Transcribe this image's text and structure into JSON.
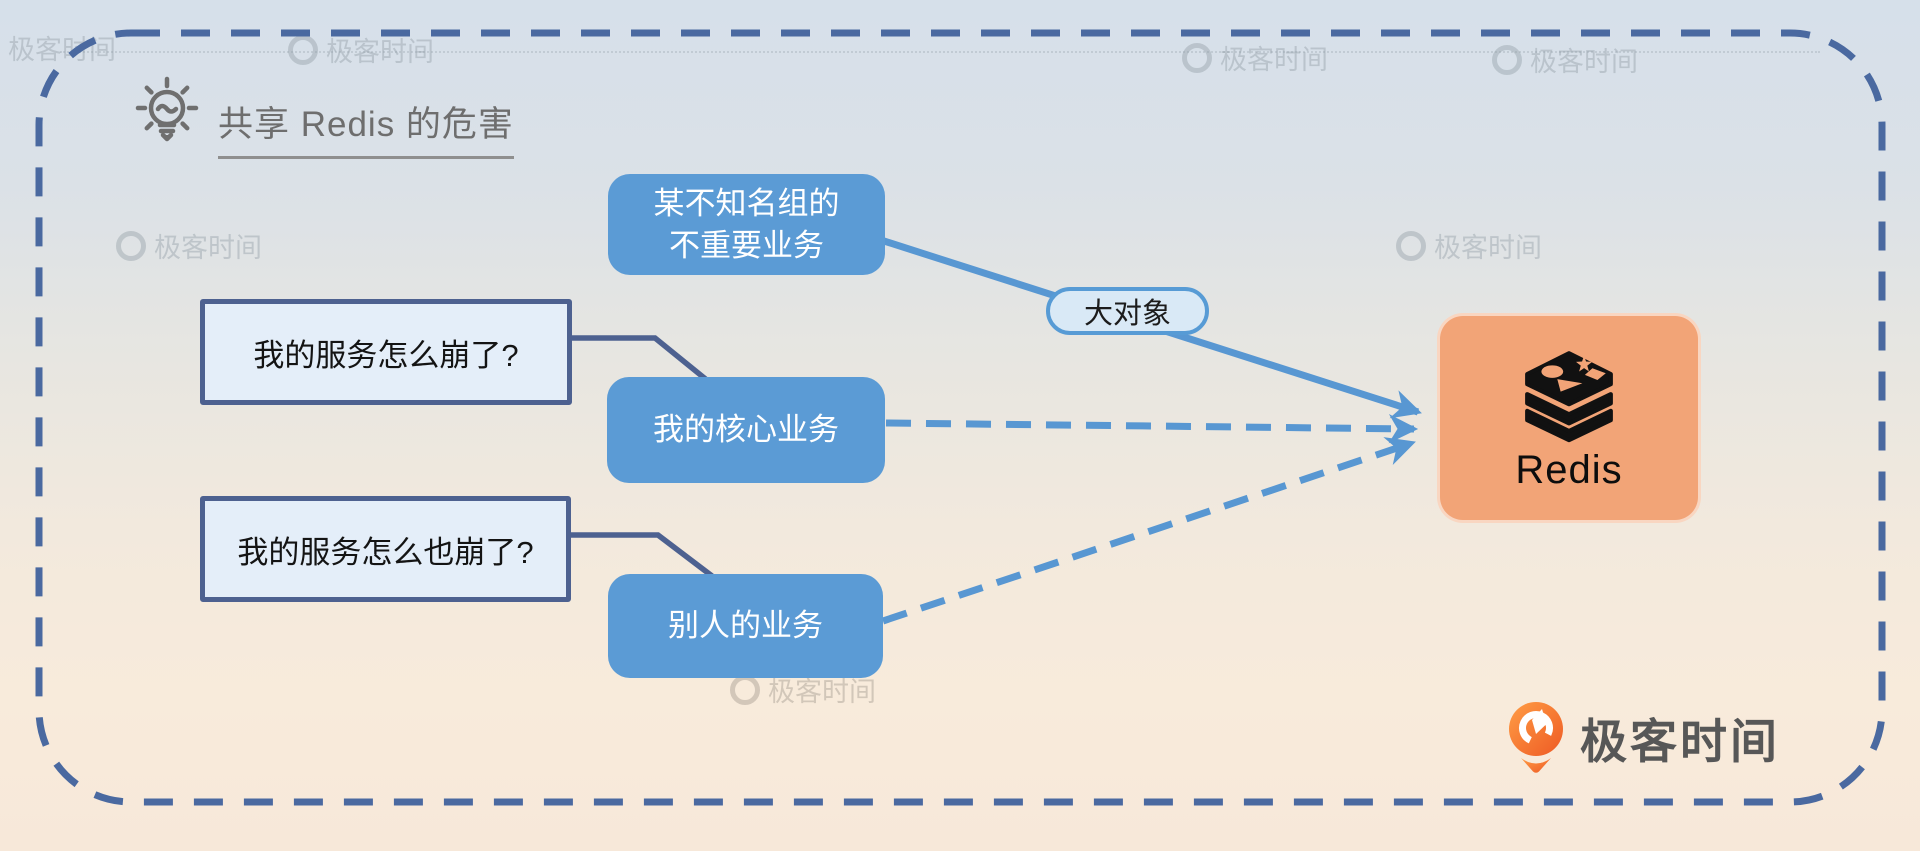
{
  "title": {
    "icon": "lightbulb-icon",
    "text": "共享 Redis 的危害"
  },
  "diagram": {
    "nodes": {
      "unknown_group": {
        "line1": "某不知名组的",
        "line2": "不重要业务"
      },
      "my_core_label": "我的核心业务",
      "others_label": "别人的业务",
      "question1": "我的服务怎么崩了?",
      "question2": "我的服务怎么也崩了?",
      "redis_label": "Redis"
    },
    "edges": {
      "big_object_label": "大对象"
    },
    "colors": {
      "node_blue": "#5b9bd5",
      "callout_fill": "#e4eef9",
      "callout_border": "#4d6190",
      "arrow_blue": "#5897d2",
      "redis_orange": "#f2a477",
      "frame_dash": "#4a69a0",
      "background_top": "#d6e0ea",
      "background_bottom": "#f7e8d9"
    }
  },
  "watermark": {
    "text": "极客时间"
  },
  "brand": {
    "name": "极客时间",
    "accent": "#f4722c"
  }
}
